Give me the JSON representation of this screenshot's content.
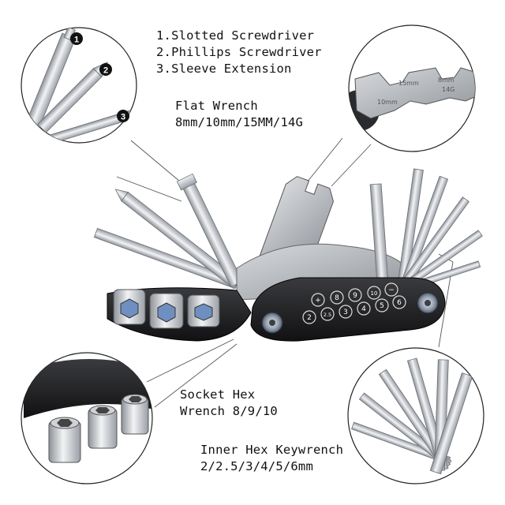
{
  "labels": {
    "screwdrivers": {
      "line1": "1.Slotted Screwdriver",
      "line2": "2.Phillips Screwdriver",
      "line3": "3.Sleeve Extension"
    },
    "flat_wrench": {
      "line1": "Flat Wrench",
      "line2": "8mm/10mm/15MM/14G"
    },
    "socket": {
      "line1": "Socket Hex",
      "line2": "Wrench 8/9/10"
    },
    "hex": {
      "line1": "Inner Hex Keywrench",
      "line2": "2/2.5/3/4/5/6mm"
    }
  },
  "markers": [
    "1",
    "2",
    "3"
  ],
  "wrench_engraving": [
    "15mm",
    "8mm",
    "14G",
    "10mm"
  ],
  "body_numbers": [
    "+",
    "8",
    "9",
    "10",
    "−",
    "2",
    "2.5",
    "3",
    "4",
    "5",
    "6"
  ],
  "colors": {
    "steel": "#c9ccd0",
    "body": "#1c1c1e",
    "socket_blue": "#6f8fc0",
    "line": "#444444"
  }
}
